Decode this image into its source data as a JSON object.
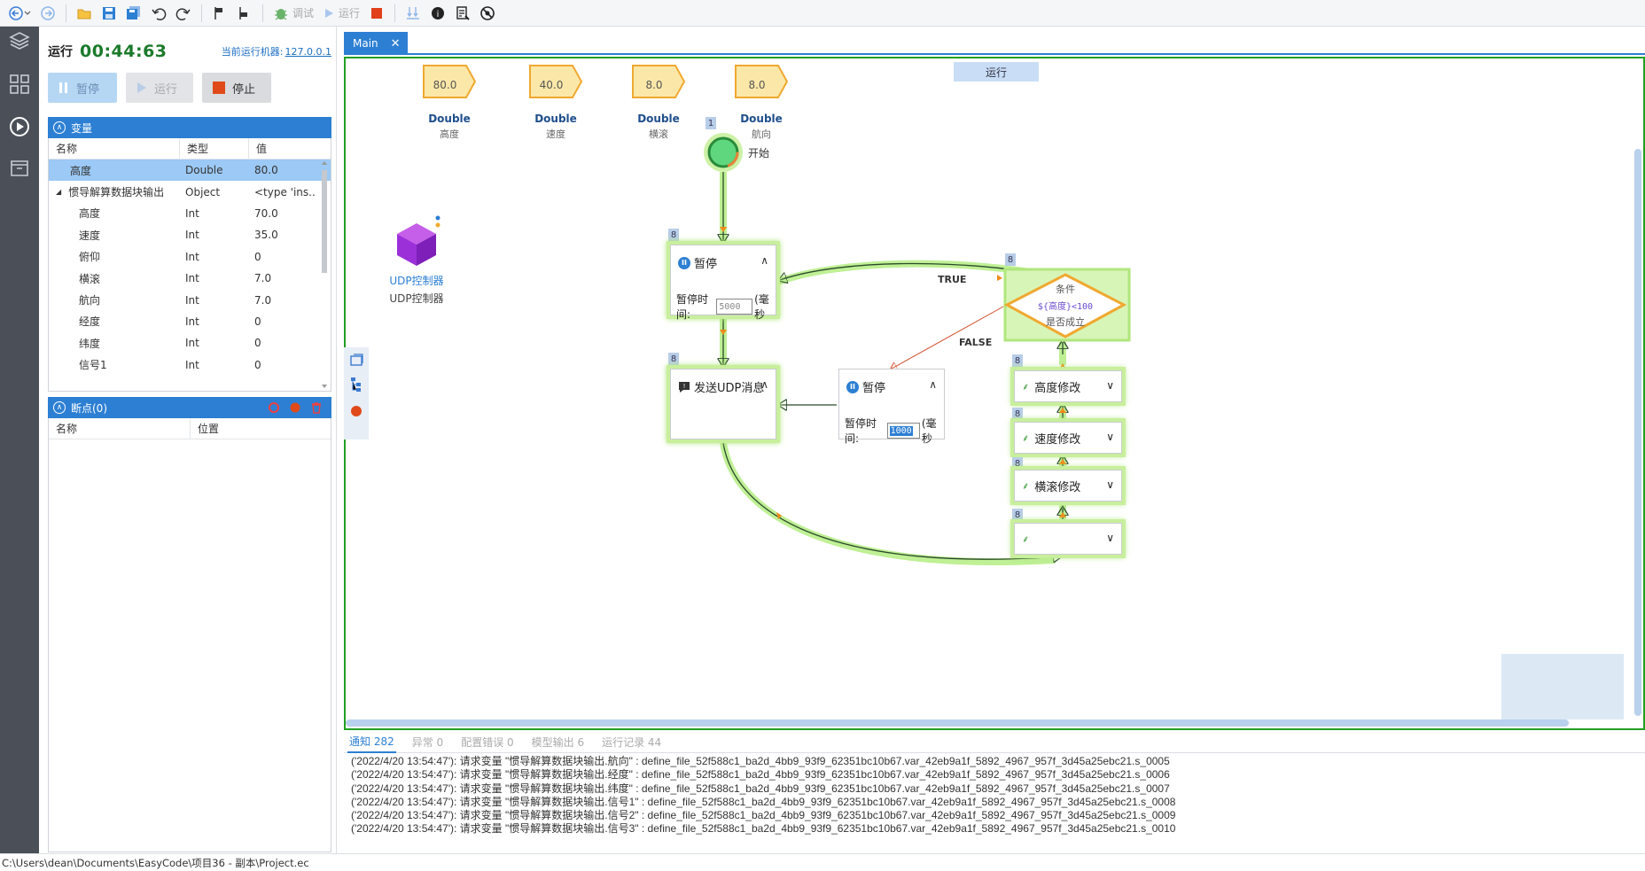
{
  "toolbar": {
    "debug_label": "调试",
    "run_label": "运行"
  },
  "run_panel": {
    "status_label": "运行",
    "timer": "00:44:63",
    "machine_label": "当前运行机器:",
    "machine_ip": "127.0.0.1",
    "pause_label": "暂停",
    "run_label": "运行",
    "stop_label": "停止"
  },
  "variables": {
    "title": "变量",
    "columns": [
      "名称",
      "类型",
      "值"
    ],
    "rows": [
      {
        "name": "高度",
        "type": "Double",
        "value": "80.0",
        "selected": true,
        "indent": 1
      },
      {
        "name": "惯导解算数据块输出",
        "type": "Object",
        "value": "<type 'ins...",
        "expander": "◢",
        "indent": 0
      },
      {
        "name": "高度",
        "type": "Int",
        "value": "70.0",
        "indent": 2
      },
      {
        "name": "速度",
        "type": "Int",
        "value": "35.0",
        "indent": 2
      },
      {
        "name": "俯仰",
        "type": "Int",
        "value": "0",
        "indent": 2
      },
      {
        "name": "横滚",
        "type": "Int",
        "value": "7.0",
        "indent": 2
      },
      {
        "name": "航向",
        "type": "Int",
        "value": "7.0",
        "indent": 2
      },
      {
        "name": "经度",
        "type": "Int",
        "value": "0",
        "indent": 2
      },
      {
        "name": "纬度",
        "type": "Int",
        "value": "0",
        "indent": 2
      },
      {
        "name": "信号1",
        "type": "Int",
        "value": "0",
        "indent": 2
      }
    ]
  },
  "breakpoints": {
    "title": "断点(0)",
    "columns": [
      "名称",
      "位置"
    ]
  },
  "editor": {
    "tab_label": "Main",
    "run_badge": "运行",
    "var_nodes": [
      {
        "value": "80.0",
        "type": "Double",
        "name": "高度"
      },
      {
        "value": "40.0",
        "type": "Double",
        "name": "速度"
      },
      {
        "value": "8.0",
        "type": "Double",
        "name": "横滚"
      },
      {
        "value": "8.0",
        "type": "Double",
        "name": "航向"
      }
    ],
    "udp_controller": {
      "title": "UDP控制器",
      "subtitle": "UDP控制器"
    },
    "start_node": {
      "badge": "1",
      "label": "开始"
    },
    "pause_node_1": {
      "badge": "8",
      "title": "暂停",
      "field_label": "暂停时间:",
      "field_value": "5000",
      "unit": "(毫秒"
    },
    "send_udp_node": {
      "badge": "8",
      "title": "发送UDP消息"
    },
    "pause_node_2": {
      "title": "暂停",
      "field_label": "暂停时间:",
      "field_value": "1000",
      "unit": "(毫秒"
    },
    "condition_node": {
      "badge": "8",
      "title": "条件",
      "expr": "${高度}<100",
      "subtitle": "是否成立"
    },
    "true_label": "TRUE",
    "false_label": "FALSE",
    "chain_nodes": [
      {
        "badge": "8",
        "label": "高度修改"
      },
      {
        "badge": "8",
        "label": "速度修改"
      },
      {
        "badge": "8",
        "label": "横滚修改"
      },
      {
        "badge": "8",
        "label": ""
      }
    ]
  },
  "log": {
    "tabs": [
      "通知 282",
      "异常 0",
      "配置错误 0",
      "模型输出 6",
      "运行记录 44"
    ],
    "lines": [
      "('2022/4/20 13:54:47'):   请求变量 \"惯导解算数据块输出.航向\" :   define_file_52f588c1_ba2d_4bb9_93f9_62351bc10b67.var_42eb9a1f_5892_4967_957f_3d45a25ebc21.s_0005",
      "('2022/4/20 13:54:47'):   请求变量 \"惯导解算数据块输出.经度\" :   define_file_52f588c1_ba2d_4bb9_93f9_62351bc10b67.var_42eb9a1f_5892_4967_957f_3d45a25ebc21.s_0006",
      "('2022/4/20 13:54:47'):   请求变量 \"惯导解算数据块输出.纬度\" :   define_file_52f588c1_ba2d_4bb9_93f9_62351bc10b67.var_42eb9a1f_5892_4967_957f_3d45a25ebc21.s_0007",
      "('2022/4/20 13:54:47'):   请求变量 \"惯导解算数据块输出.信号1\" :   define_file_52f588c1_ba2d_4bb9_93f9_62351bc10b67.var_42eb9a1f_5892_4967_957f_3d45a25ebc21.s_0008",
      "('2022/4/20 13:54:47'):   请求变量 \"惯导解算数据块输出.信号2\" :   define_file_52f588c1_ba2d_4bb9_93f9_62351bc10b67.var_42eb9a1f_5892_4967_957f_3d45a25ebc21.s_0009",
      "('2022/4/20 13:54:47'):   请求变量 \"惯导解算数据块输出.信号3\" :   define_file_52f588c1_ba2d_4bb9_93f9_62351bc10b67.var_42eb9a1f_5892_4967_957f_3d45a25ebc21.s_0010"
    ]
  },
  "status_bar": {
    "path": "C:\\Users\\dean\\Documents\\EasyCode\\项目36 - 副本\\Project.ec"
  },
  "colors": {
    "accent": "#2d7fd3",
    "flow_green": "#22a022",
    "timer_green": "#1b7a2b",
    "udp_purple": "#9b30d9",
    "var_node_fill": "#fbe8a8",
    "var_node_stroke": "#f0a830",
    "condition_stroke": "#f0a830"
  }
}
